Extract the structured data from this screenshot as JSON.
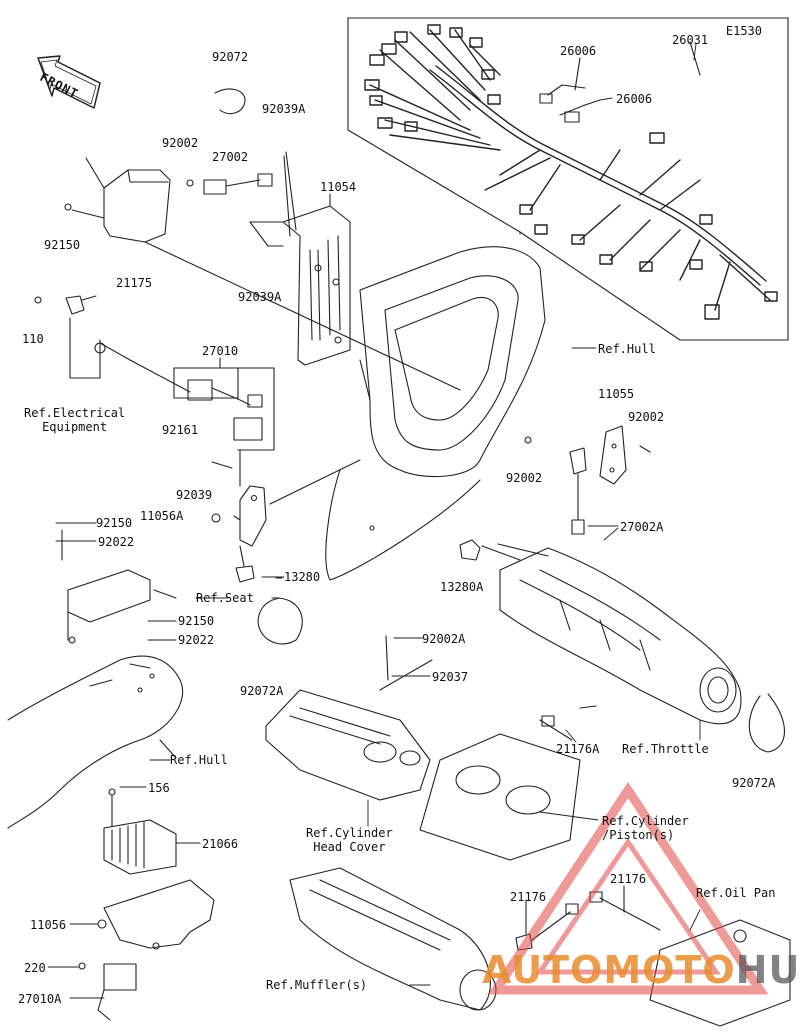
{
  "diagram_code": "E1530",
  "front_label": "FRONT",
  "watermark": {
    "part1": "AUTOMOTO",
    "part2": "HUB"
  },
  "parts": {
    "p26031": "26031",
    "p26006a": "26006",
    "p26006b": "26006",
    "p92072": "92072",
    "p92039A_top": "92039A",
    "p92002_top": "92002",
    "p27002": "27002",
    "p11054": "11054",
    "p92150_top": "92150",
    "p21175": "21175",
    "p92039A_mid": "92039A",
    "p110": "110",
    "p27010": "27010",
    "p92161": "92161",
    "p92039": "92039",
    "p11056A": "11056A",
    "p13280": "13280",
    "p11055": "11055",
    "p92002_right": "92002",
    "p92002_left": "92002",
    "p27002A": "27002A",
    "p13280A": "13280A",
    "p92150_a": "92150",
    "p92022_a": "92022",
    "p92150_b": "92150",
    "p92022_b": "92022",
    "p92072A_left": "92072A",
    "p92002A": "92002A",
    "p92037": "92037",
    "p21176A": "21176A",
    "p92072A_right": "92072A",
    "p156": "156",
    "p21066": "21066",
    "p11056": "11056",
    "p220": "220",
    "p27010A": "27010A",
    "p21176_a": "21176",
    "p21176_b": "21176"
  },
  "refs": {
    "hull_top": "Ref.Hull",
    "electrical": "Ref.Electrical\nEquipment",
    "seat": "Ref.Seat",
    "hull_bottom": "Ref.Hull",
    "throttle": "Ref.Throttle",
    "head_cover": "Ref.Cylinder\nHead Cover",
    "cylinder": "Ref.Cylinder\n/Piston(s)",
    "oil_pan": "Ref.Oil Pan",
    "muffler": "Ref.Muffler(s)"
  }
}
